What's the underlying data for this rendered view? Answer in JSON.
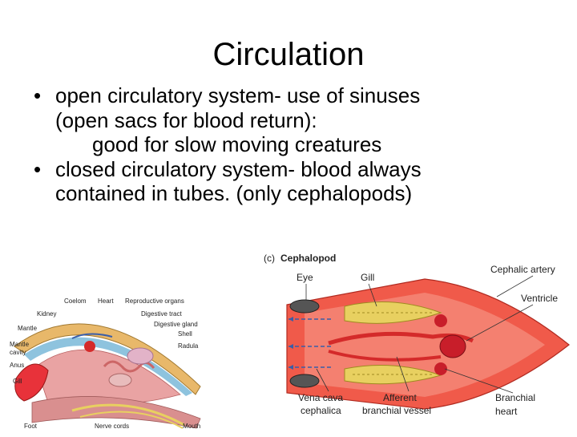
{
  "slide": {
    "title": "Circulation",
    "bullets": [
      {
        "lines": [
          "open circulatory system- use of sinuses",
          "(open sacs for blood return):",
          "good for slow moving creatures"
        ]
      },
      {
        "lines": [
          "closed circulatory system- blood always",
          "contained in tubes. (only cephalopods)"
        ]
      }
    ],
    "bullet_symbol": "•"
  },
  "left_figure": {
    "labels": {
      "coelom": "Coelom",
      "heart": "Heart",
      "reproductive": "Reproductive organs",
      "kidney": "Kidney",
      "digestive_tract": "Digestive tract",
      "digestive_gland": "Digestive gland",
      "mantle": "Mantle",
      "shell": "Shell",
      "radula": "Radula",
      "mantle_cavity_1": "Mantle",
      "mantle_cavity_2": "cavity",
      "anus": "Anus",
      "gill": "Gill",
      "foot": "Foot",
      "nerve_cords": "Nerve cords",
      "mouth": "Mouth"
    }
  },
  "right_figure": {
    "caption_letter": "(c)",
    "caption": "Cephalopod",
    "labels": {
      "eye": "Eye",
      "gill": "Gill",
      "cephalic_artery": "Cephalic artery",
      "ventricle": "Ventricle",
      "vena_cava_1": "Vena cava",
      "vena_cava_2": "cephalica",
      "afferent_1": "Afferent",
      "afferent_2": "branchial vessel",
      "branchial_1": "Branchial",
      "branchial_2": "heart"
    }
  },
  "colors": {
    "shell": "#e8b86a",
    "body": "#e98a8a",
    "gill": "#e8323a",
    "vessel_red": "#d42a2a",
    "vessel_blue": "#3a5ea8",
    "gill_yellow": "#e8d060",
    "cephalopod_body": "#f05a4a"
  }
}
